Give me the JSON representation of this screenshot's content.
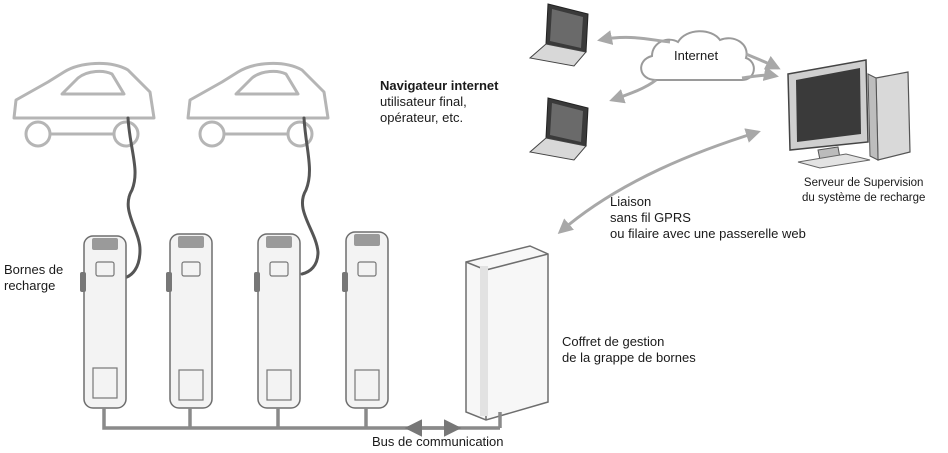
{
  "labels": {
    "internet": "Internet",
    "browser_title": "Navigateur internet",
    "browser_line1": "utilisateur final,",
    "browser_line2": "opérateur, etc.",
    "server_line1": "Serveur de Supervision",
    "server_line2": "du système de recharge",
    "link_line1": "Liaison",
    "link_line2": "sans fil GPRS",
    "link_line3": "ou filaire avec une passerelle web",
    "bornes_line1": "Bornes de",
    "bornes_line2": "recharge",
    "coffret_line1": "Coffret de gestion",
    "coffret_line2": "de la grappe de bornes",
    "bus": "Bus de communication"
  },
  "colors": {
    "line_gray": "#8a8a8a",
    "arrow_gray": "#a8a8a8",
    "car_outline": "#b5b5b5",
    "cable": "#555555",
    "device_fill": "#f3f3f3",
    "device_stroke": "#6e6e6e"
  }
}
